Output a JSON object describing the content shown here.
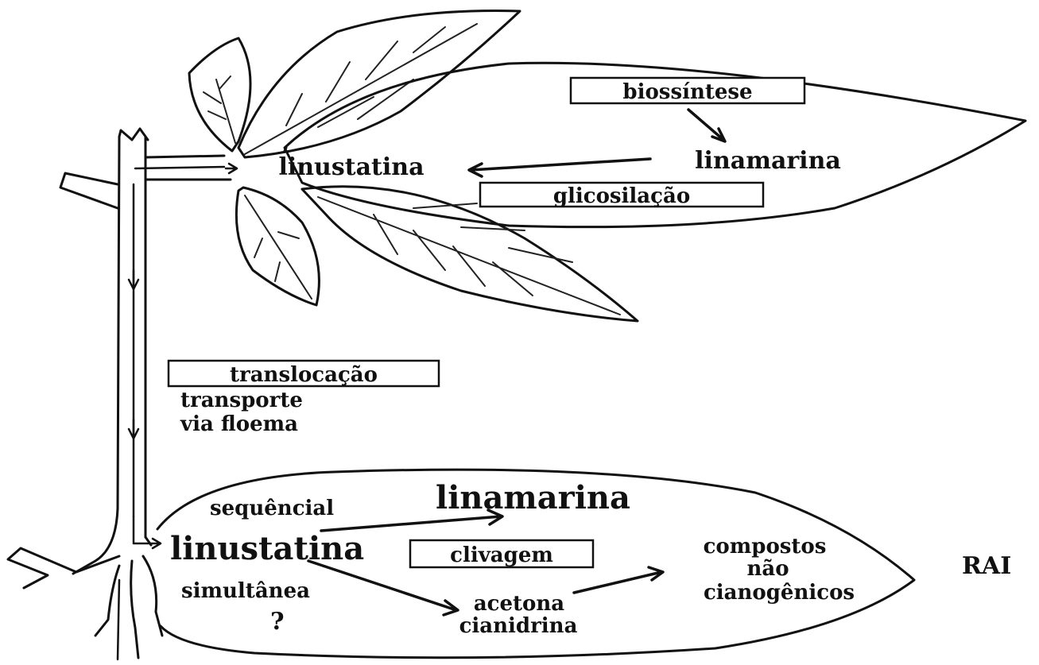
{
  "diagram": {
    "leaf_labels": {
      "biosynthesis": "biossíntese",
      "linamarin": "linamarina",
      "linustatin": "linustatina",
      "glycosylation": "glicosilação"
    },
    "stem_labels": {
      "translocation": "translocação",
      "transport_line1": "transporte",
      "transport_line2": "via floema"
    },
    "root_labels": {
      "sequential": "sequêncial",
      "linamarin": "linamarina",
      "linustatin": "linustatina",
      "cleavage": "clivagem",
      "simultaneous": "simultânea",
      "question_mark": "?",
      "compounds_line1": "compostos",
      "compounds_line2": "não",
      "compounds_line3": "cianogênicos",
      "acetone_line1": "acetona",
      "acetone_line2": "cianidrina",
      "organ": "RAI"
    }
  }
}
